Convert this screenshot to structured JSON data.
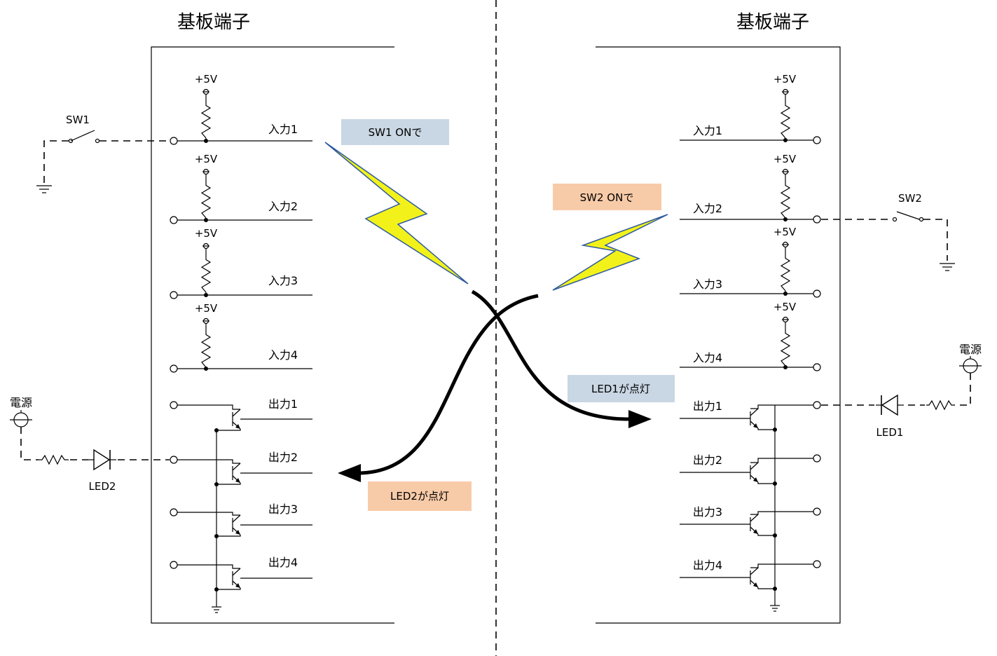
{
  "board_title_left": "基板端子",
  "board_title_right": "基板端子",
  "supply_label": "+5V",
  "inputs": [
    "入力1",
    "入力2",
    "入力3",
    "入力4"
  ],
  "outputs": [
    "出力1",
    "出力2",
    "出力3",
    "出力4"
  ],
  "sw1": "SW1",
  "sw2": "SW2",
  "power_left": "電源",
  "power_right": "電源",
  "led1": "LED1",
  "led2": "LED2",
  "callouts": {
    "sw1_on": "SW1 ONで",
    "sw2_on": "SW2 ONで",
    "led1_on": "LED1が点灯",
    "led2_on": "LED2が点灯"
  },
  "colors": {
    "callout_blue": "#C9D6E3",
    "callout_orange": "#F8CBA8",
    "bolt_fill": "#F2F21A",
    "bolt_stroke": "#2E5A9E"
  }
}
